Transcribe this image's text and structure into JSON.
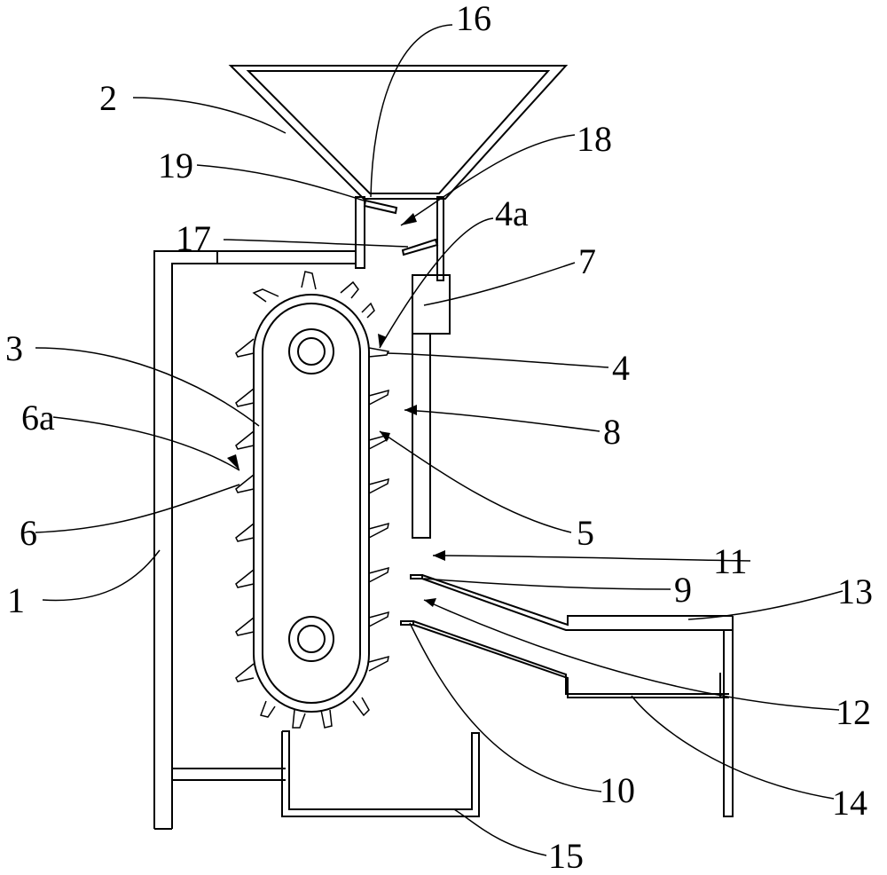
{
  "labels": {
    "l16": "16",
    "l2": "2",
    "l18": "18",
    "l19": "19",
    "l4a": "4a",
    "l17": "17",
    "l7": "7",
    "l3": "3",
    "l4": "4",
    "l6a": "6a",
    "l8": "8",
    "l6": "6",
    "l5": "5",
    "l11": "11",
    "l1": "1",
    "l9": "9",
    "l13": "13",
    "l12": "12",
    "l10": "10",
    "l14": "14",
    "l15": "15"
  }
}
